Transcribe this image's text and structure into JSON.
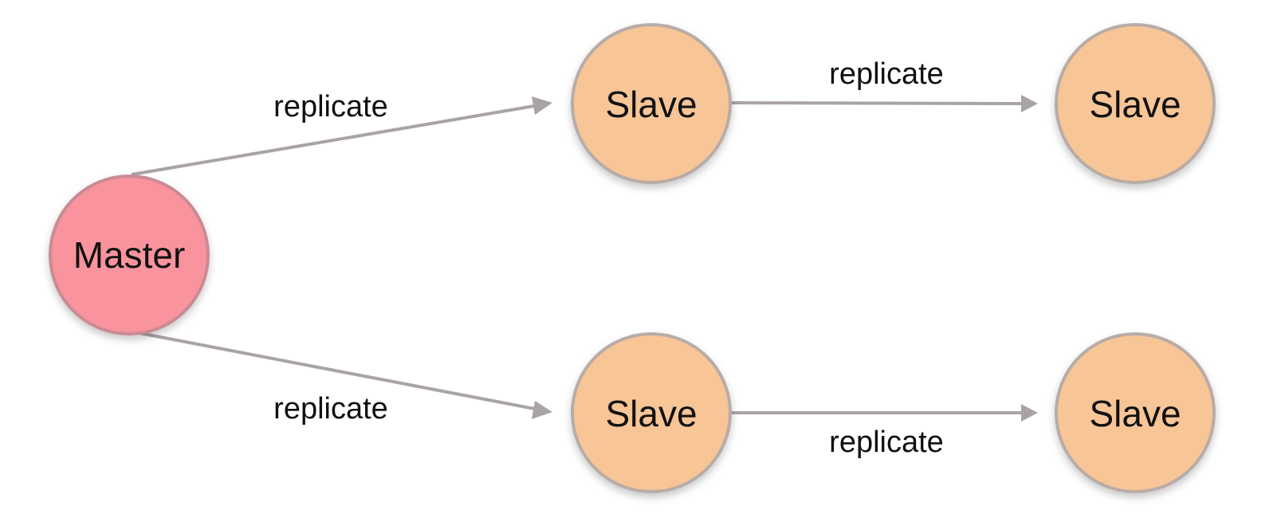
{
  "nodes": {
    "master": {
      "label": "Master",
      "fill": "#f9939e",
      "stroke": "#c98b93"
    },
    "slave_top": {
      "label": "Slave",
      "fill": "#f8c597",
      "stroke": "#b8aca6"
    },
    "slave_top_right": {
      "label": "Slave",
      "fill": "#f8c597",
      "stroke": "#b8aca6"
    },
    "slave_bottom": {
      "label": "Slave",
      "fill": "#f8c597",
      "stroke": "#b8aca6"
    },
    "slave_bottom_right": {
      "label": "Slave",
      "fill": "#f8c597",
      "stroke": "#b8aca6"
    }
  },
  "edges": {
    "master_to_slave_top": {
      "label": "replicate"
    },
    "slave_top_to_slave_top_right": {
      "label": "replicate"
    },
    "master_to_slave_bottom": {
      "label": "replicate"
    },
    "slave_bottom_to_slave_bottom_right": {
      "label": "replicate"
    }
  },
  "colors": {
    "edge": "#a9a3a8",
    "text": "#111111"
  }
}
